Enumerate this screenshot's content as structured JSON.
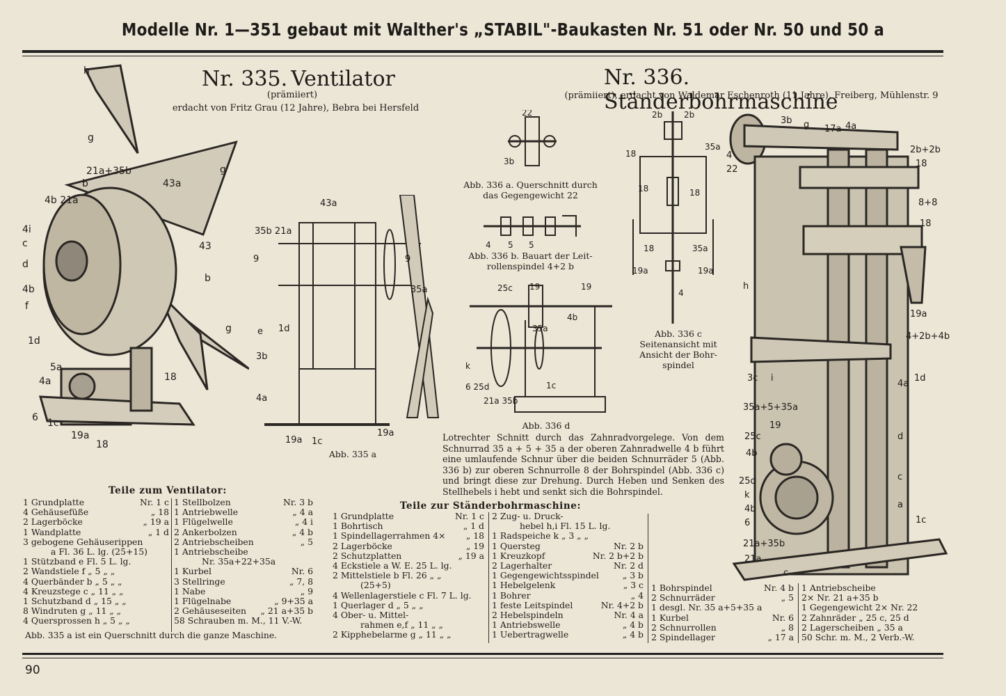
{
  "header": "Modelle Nr. 1—351 gebaut mit Walther's „STABIL\"-Baukasten Nr. 51 oder Nr. 50 und 50 a",
  "left": {
    "nr": "Nr. 335.",
    "title": "Ventilator",
    "award": "(prämiiert)",
    "inventor": "erdacht von Fritz Grau (12 Jahre), Bebra bei Hersfeld",
    "fig_caption": "Abb. 335 a",
    "parts_heading": "Teile zum Ventilator:",
    "parts_col1": [
      [
        "1 Grundplatte",
        "Nr. 1 c"
      ],
      [
        "4 Gehäusefüße",
        "„ 18"
      ],
      [
        "2 Lagerböcke",
        "„ 19 a"
      ],
      [
        "1 Wandplatte",
        "„ 1 d"
      ],
      [
        "3 gebogene Gehäuserippen",
        ""
      ],
      [
        "a Fl. 36 L. lg. (25+15)",
        ""
      ],
      [
        "1 Stützband e Fl. 5 L. lg.",
        ""
      ],
      [
        "2 Wandstiele f „ 5 „ „",
        ""
      ],
      [
        "4 Querbänder b „ 5 „ „",
        ""
      ],
      [
        "4 Kreuzstege c „ 11 „ „",
        ""
      ],
      [
        "1 Schutzband d „ 15 „ „",
        ""
      ],
      [
        "8 Windruten g „ 11 „ „",
        ""
      ],
      [
        "4 Quersprossen h „ 5 „ „",
        ""
      ]
    ],
    "parts_col2": [
      [
        "1 Stellbolzen",
        "Nr. 3 b"
      ],
      [
        "1 Antriebwelle",
        "„ 4 a"
      ],
      [
        "1 Flügelwelle",
        "„ 4 i"
      ],
      [
        "2 Ankerbolzen",
        "„ 4 b"
      ],
      [
        "2 Antriebscheiben",
        "„ 5"
      ],
      [
        "1 Antriebscheibe",
        ""
      ],
      [
        "Nr. 35a+22+35a",
        ""
      ],
      [
        "1 Kurbel",
        "Nr. 6"
      ],
      [
        "3 Stellringe",
        "„ 7, 8"
      ],
      [
        "1 Nabe",
        "„ 9"
      ],
      [
        "1 Flügelnabe",
        "„ 9+35 a"
      ],
      [
        "2 Gehäuseseiten",
        "„ 21 a+35 b"
      ],
      [
        "58 Schrauben m. M., 11 V.-W.",
        ""
      ]
    ],
    "note": "Abb. 335 a ist ein Querschnitt durch die ganze Maschine."
  },
  "right": {
    "nr": "Nr. 336.",
    "title": "Ständerbohrmaschine",
    "inventor": "(prämiiert), erdacht von Waldemar Eschenroth (11 Jahre), Freiberg, Mühlenstr. 9",
    "cap_a": [
      "Abb. 336 a. Querschnitt durch",
      "das Gegengewicht 22"
    ],
    "cap_b": [
      "Abb. 336 b. Bauart der Leit-",
      "rollenspindel 4+2 b"
    ],
    "cap_c": [
      "Abb. 336 c",
      "Seitenansicht mit",
      "Ansicht der Bohr-",
      "spindel"
    ],
    "cap_d": "Abb. 336 d",
    "description": "Lotrechter Schnitt durch das Zahnradvorgelege. Von dem Schnurrad 35 a + 5 + 35 a der oberen Zahnradwelle 4 b führt eine umlaufende Schnur über die beiden Schnurräder 5 (Abb. 336 b) zur oberen Schnurrolle 8 der Bohrspindel (Abb. 336 c) und bringt diese zur Drehung. Durch Heben und Senken des Stellhebels i hebt und senkt sich die Bohrspindel.",
    "parts_heading": "Teile zur Ständerbohrmaschine:",
    "parts_col1": [
      [
        "1 Grundplatte",
        "Nr. 1 c"
      ],
      [
        "1 Bohrtisch",
        "„ 1 d"
      ],
      [
        "1 Spindellagerrahmen 4×",
        "„ 18"
      ],
      [
        "2 Lagerböcke",
        "„ 19"
      ],
      [
        "2 Schutzplatten",
        "„ 19 a"
      ],
      [
        "4 Eckstiele a W. E. 25 L. lg.",
        ""
      ],
      [
        "2 Mittelstiele b Fl. 26 „ „",
        ""
      ],
      [
        "(25+5)",
        ""
      ],
      [
        "4 Wellenlagerstiele c Fl. 7 L. lg.",
        ""
      ],
      [
        "1 Querlager d „ 5 „ „",
        ""
      ],
      [
        "4 Ober- u. Mittel-",
        ""
      ],
      [
        "rahmen e,f „ 11 „ „",
        ""
      ],
      [
        "2 Kipphebelarme g „ 11 „ „",
        ""
      ]
    ],
    "parts_col2": [
      [
        "2 Zug- u. Druck-",
        ""
      ],
      [
        "hebel h,i Fl. 15 L. lg.",
        ""
      ],
      [
        "1 Radspeiche k „ 3 „ „",
        ""
      ],
      [
        "1 Quersteg",
        "Nr. 2 b"
      ],
      [
        "1 Kreuzkopf",
        "Nr. 2 b+2 b"
      ],
      [
        "2 Lagerhalter",
        "Nr. 2 d"
      ],
      [
        "1 Gegengewichtsspindel",
        "„ 3 b"
      ],
      [
        "1 Hebelgelenk",
        "„ 3 c"
      ],
      [
        "1 Bohrer",
        "„ 4"
      ],
      [
        "1 feste Leitspindel",
        "Nr. 4+2 b"
      ],
      [
        "2 Hebelspindeln",
        "Nr. 4 a"
      ],
      [
        "1 Antriebswelle",
        "„ 4 b"
      ],
      [
        "1 Uebertragwelle",
        "„ 4 b"
      ]
    ],
    "parts_col3": [
      [
        "1 Bohrspindel",
        "Nr. 4 b"
      ],
      [
        "2 Schnurräder",
        "„ 5"
      ],
      [
        "1 desgl. Nr. 35 a+5+35 a",
        ""
      ],
      [
        "1 Kurbel",
        "Nr. 6"
      ],
      [
        "2 Schnurrollen",
        "„ 8"
      ],
      [
        "2 Spindellager",
        "„ 17 a"
      ]
    ],
    "parts_col4": [
      [
        "1 Antriebscheibe",
        ""
      ],
      [
        "2× Nr. 21 a+35 b",
        ""
      ],
      [
        "1 Gegengewicht 2× Nr. 22",
        ""
      ],
      [
        "2 Zahnräder „ 25 c, 25 d",
        ""
      ],
      [
        "2 Lagerscheiben „ 35 a",
        ""
      ],
      [
        "50 Schr. m. M., 2 Verb.-W.",
        ""
      ]
    ]
  },
  "page_number": "90"
}
